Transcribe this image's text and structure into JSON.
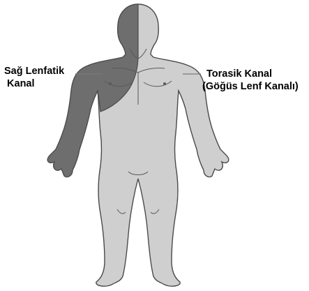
{
  "colors": {
    "body_light": "#cfcfcf",
    "body_dark": "#6e6e6e",
    "outline": "#4a4a4a",
    "leader_line": "#7a7a7a",
    "background": "#ffffff"
  },
  "labels": {
    "right_lymphatic_duct": {
      "line1": "Sağ Lenfatik",
      "line2": " Kanal"
    },
    "thoracic_duct": {
      "line1": "Torasik Kanal",
      "line2": "(Göğüs Lenf Kanalı)"
    }
  }
}
